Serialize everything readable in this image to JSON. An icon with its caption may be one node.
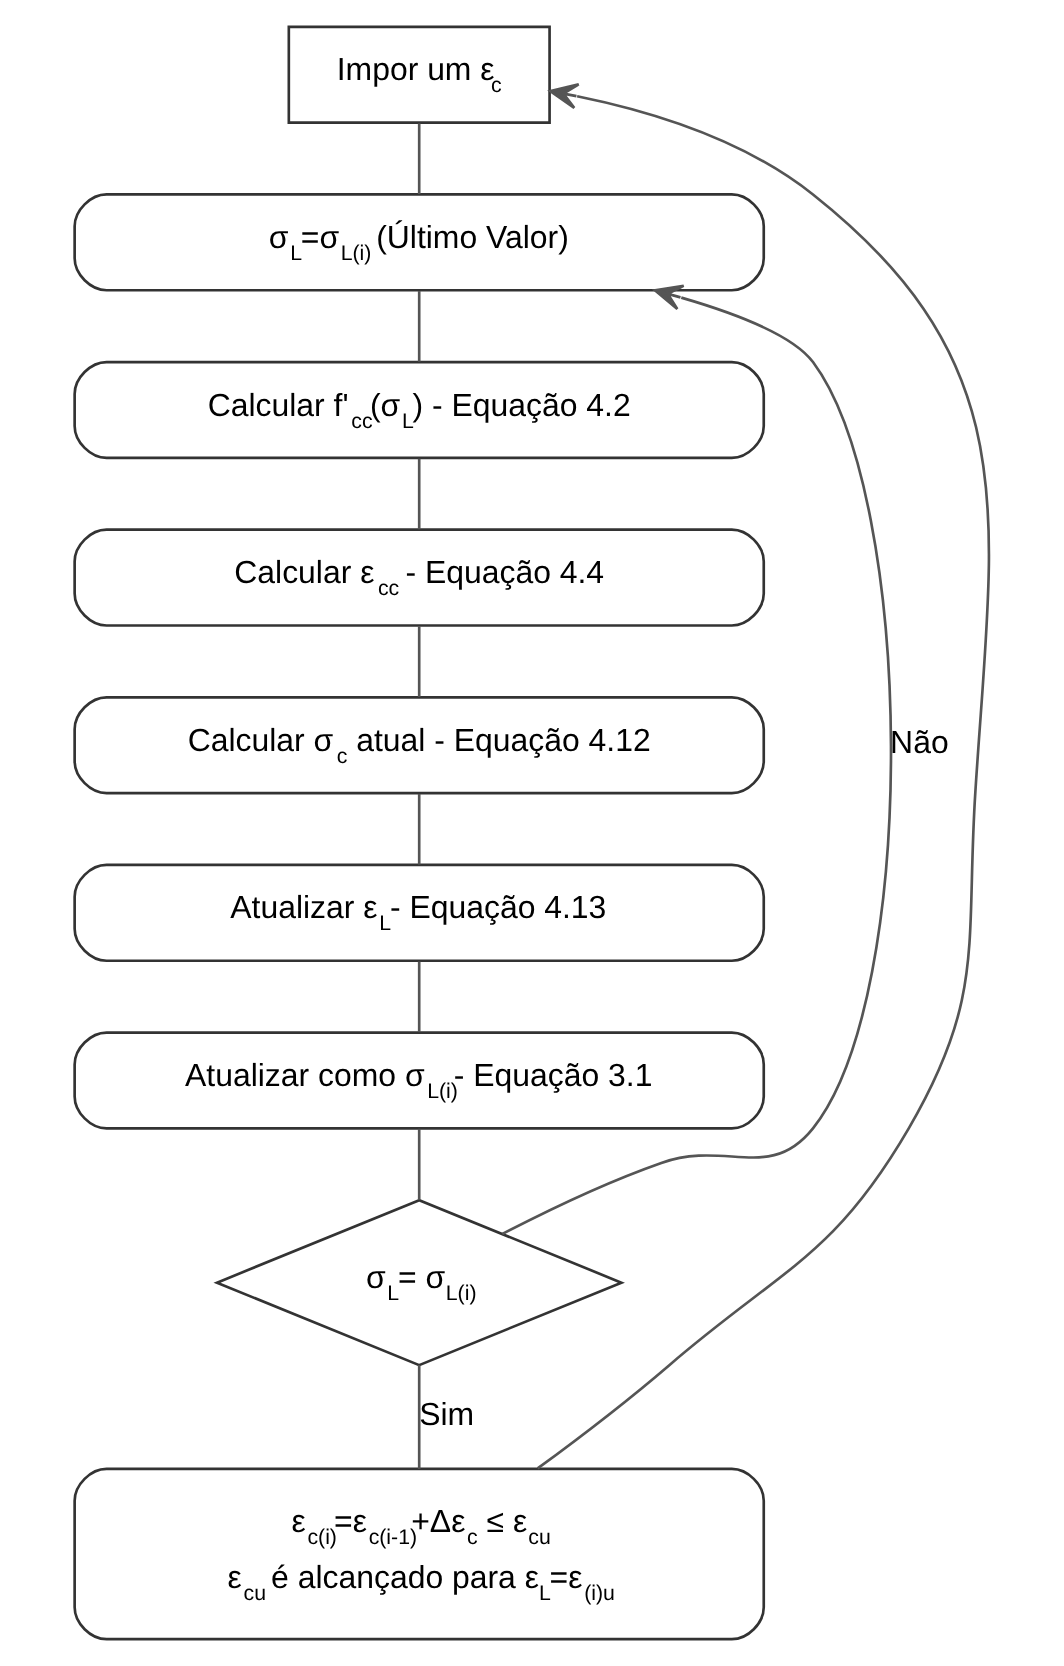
{
  "diagram": {
    "nodes": [
      {
        "text": [
          "Impor um ε$_{c}$"
        ]
      },
      {
        "text": [
          "σ$_{L}$=σ$_{L(i)}$ (Último Valor)"
        ]
      },
      {
        "text": [
          "Calcular f'$_{cc}$(σ$_{L}$) - Equação 4.2"
        ]
      },
      {
        "text": [
          "Calcular ε$_{cc}$ - Equação 4.4"
        ]
      },
      {
        "text": [
          "Calcular σ$_{c}$ atual - Equação 4.12"
        ]
      },
      {
        "text": [
          "Atualizar ε$_{L}$- Equação 4.13"
        ]
      },
      {
        "text": [
          "Atualizar como σ$_{L(i)}$- Equação 3.1"
        ]
      },
      {
        "text": [
          "σ$_{L}$= σ$_{L(i)}$"
        ]
      },
      {
        "text": [
          "ε$_{c(i)}$=ε$_{c(i-1)}$+Δε$_{c}$ ≤ ε$_{cu}$",
          "ε$_{cu}$ é alcançado para ε$_{L}$=ε$_{(i)u}$"
        ]
      }
    ],
    "edges": [
      {
        "from": 0,
        "to": 1,
        "arrow": "none"
      },
      {
        "from": 1,
        "to": 2,
        "arrow": "none"
      },
      {
        "from": 2,
        "to": 3,
        "arrow": "none"
      },
      {
        "from": 3,
        "to": 4,
        "arrow": "none"
      },
      {
        "from": 4,
        "to": 5,
        "arrow": "none"
      },
      {
        "from": 5,
        "to": 6,
        "arrow": "none"
      },
      {
        "from": 6,
        "to": 7,
        "arrow": "none"
      },
      {
        "from": 7,
        "to": 1,
        "arrow": "to",
        "label": "Não"
      },
      {
        "from": 7,
        "to": 8,
        "arrow": "none",
        "label": "Sim"
      },
      {
        "from": 8,
        "to": 0,
        "arrow": "to"
      }
    ]
  }
}
